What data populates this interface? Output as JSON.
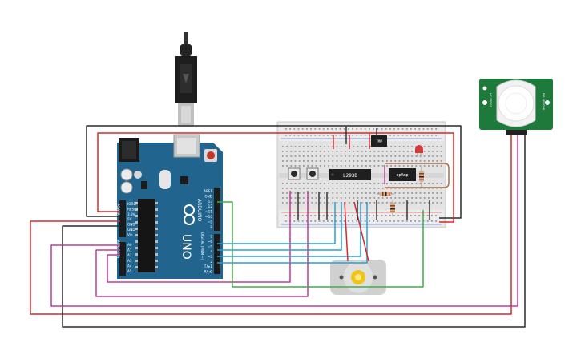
{
  "arduino": {
    "brand": "ARDUINO",
    "model": "UNO",
    "power_header": [
      "IOREF",
      "RESET",
      "3.3V",
      "5V",
      "GND",
      "GND",
      "Vin"
    ],
    "analog_header": [
      "A0",
      "A1",
      "A2",
      "A3",
      "A4",
      "A5"
    ],
    "digital_header_top": [
      "AREF",
      "GND",
      "13",
      "12",
      "~11",
      "~10",
      "~9",
      "8"
    ],
    "digital_header_bottom": [
      "7",
      "~6",
      "~5",
      "4",
      "~3",
      "2",
      "TX▸1",
      "RX◂0"
    ],
    "digital_label": "DIGITAL (PWM ~)",
    "analog_label": "ANALOG IN",
    "power_label": "POWER"
  },
  "breadboard": {
    "tmp_label": "TMP",
    "driver_label": "L293D",
    "opamp_label": "opAmp"
  },
  "pir": {
    "side_left": "HC-SR501",
    "side_right": "PIR SENSOR"
  },
  "colors": {
    "wire_red": "#d62828",
    "wire_black": "#2a2a2a",
    "wire_magenta": "#c0399a",
    "wire_blue": "#2a9fd0",
    "wire_green": "#3fae49",
    "wire_brown": "#a0704a",
    "arduino_board": "#21658f",
    "pir_board": "#1d7a3a"
  }
}
